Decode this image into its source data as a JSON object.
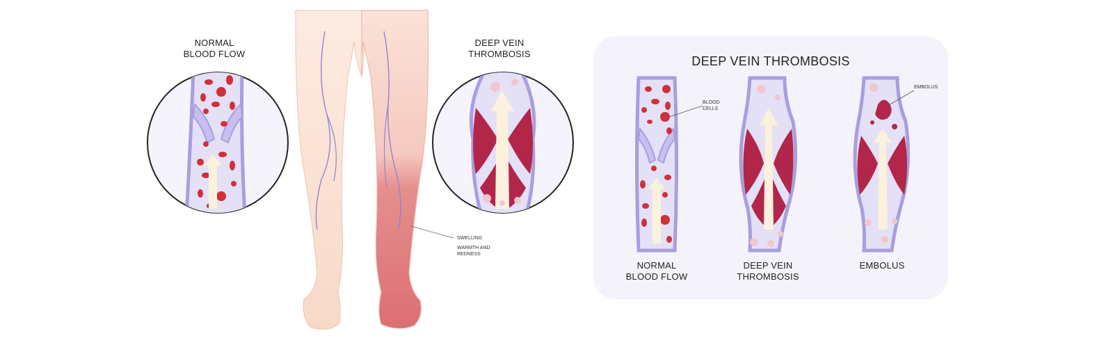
{
  "left": {
    "normal_label": [
      "NORMAL",
      "BLOOD FLOW"
    ],
    "dvt_label": [
      "DEEP VEIN",
      "THROMBOSIS"
    ],
    "swelling": "SWELLING",
    "warmth": [
      "WARMTH AND",
      "REDNESS"
    ]
  },
  "panel": {
    "title": "DEEP VEIN THROMBOSIS",
    "blood_cells": [
      "BLOOD",
      "CELLS"
    ],
    "embolus_callout": "EMBOLUS",
    "captions": {
      "normal": [
        "NORMAL",
        "BLOOD FLOW"
      ],
      "dvt": [
        "DEEP VEIN",
        "THROMBOSIS"
      ],
      "embolus": "EMBOLUS"
    }
  },
  "colors": {
    "vein_wall": "#a99ee0",
    "vein_lumen": "#e4e0f5",
    "red_cell": "#d0303a",
    "clot": "#b2264a",
    "arrow": "#fbf1dc",
    "skin": "#fbe3d6",
    "redness": "#e07a7a",
    "panel_bg": "#f4f3fb"
  }
}
